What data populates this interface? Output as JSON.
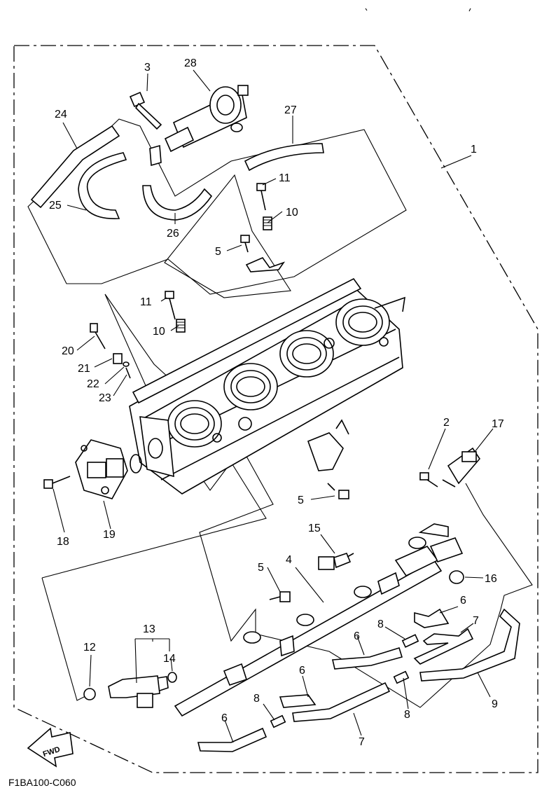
{
  "diagram": {
    "code": "F1BA100-C060",
    "fwd_label": "FWD",
    "callouts": {
      "c1": "1",
      "c2": "2",
      "c3": "3",
      "c4": "4",
      "c5a": "5",
      "c5b": "5",
      "c5c": "5",
      "c6a": "6",
      "c6b": "6",
      "c6c": "6",
      "c6d": "6",
      "c7a": "7",
      "c7b": "7",
      "c8a": "8",
      "c8b": "8",
      "c8c": "8",
      "c9": "9",
      "c10a": "10",
      "c10b": "10",
      "c11a": "11",
      "c11b": "11",
      "c12": "12",
      "c13": "13",
      "c14": "14",
      "c15": "15",
      "c16": "16",
      "c17": "17",
      "c18": "18",
      "c19": "19",
      "c20": "20",
      "c21": "21",
      "c22": "22",
      "c23": "23",
      "c24": "24",
      "c25": "25",
      "c26": "26",
      "c27": "27",
      "c28": "28"
    }
  }
}
